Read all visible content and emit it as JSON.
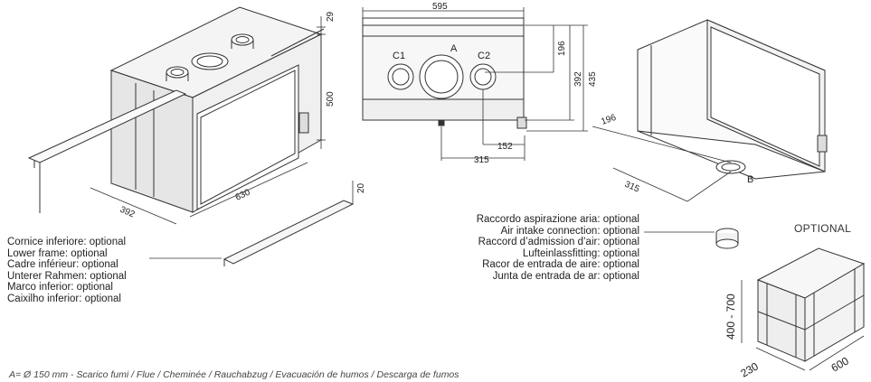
{
  "dims": {
    "d29": "29",
    "d500": "500",
    "d392_left": "392",
    "d630": "630",
    "d20": "20",
    "d595": "595",
    "d196_front": "196",
    "d392_front": "392",
    "d435": "435",
    "d152": "152",
    "d315_front": "315",
    "d196_right": "196",
    "d315_right": "315",
    "d400_700": "400 - 700",
    "d230": "230",
    "d600": "600"
  },
  "labels": {
    "c1": "C1",
    "a": "A",
    "c2": "C2",
    "b": "B"
  },
  "lower_frame_text": [
    "Cornice inferiore: optional",
    "Lower frame: optional",
    "Cadre inférieur: optional",
    "Unterer Rahmen: optional",
    "Marco inferior: optional",
    "Caixilho inferior: optional"
  ],
  "air_intake_text": [
    "Raccordo aspirazione aria: optional",
    "Air intake connection: optional",
    "Raccord d’admission d’air: optional",
    "Lufteinlassfitting: optional",
    "Racor de entrada de aire: optional",
    "Junta de entrada de ar: optional"
  ],
  "optional_title": "OPTIONAL",
  "footer": "A= Ø 150 mm - Scarico fumi / Flue / Cheminée / Rauchabzug / Evacuación de humos / Descarga de fumos"
}
